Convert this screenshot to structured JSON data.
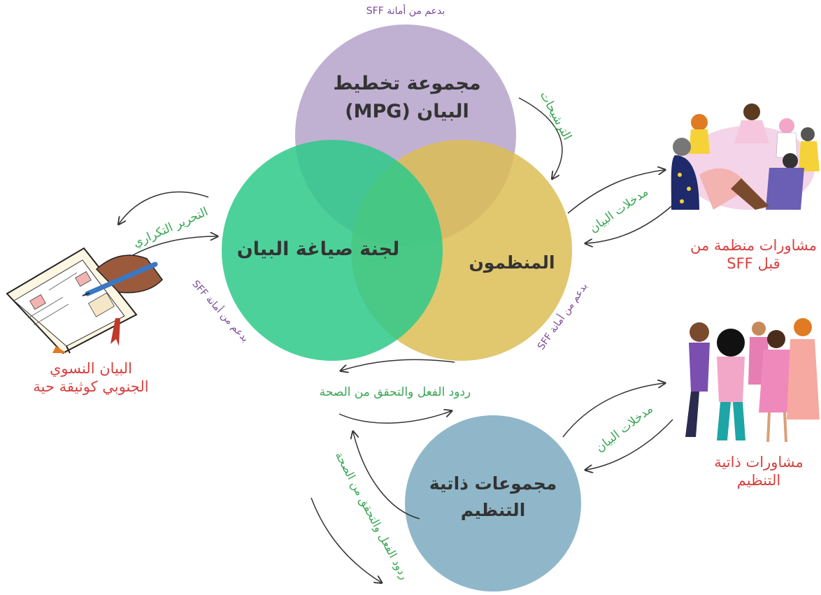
{
  "circles": {
    "mpg": {
      "line1": "مجموعة تخطيط",
      "line2": "البيان (MPG)",
      "color": "#b9a7cd"
    },
    "drafting": {
      "label": "لجنة صياغة البيان",
      "color": "#2ec98a"
    },
    "system": {
      "label": "المنظمون",
      "color": "#dcbd55"
    },
    "selforg": {
      "line1": "مجموعات ذاتية",
      "line2": "التنظيم",
      "color": "#8fb7c9"
    }
  },
  "labels": {
    "sff_top": "بدعم من أمانة SFF",
    "sff_left": "بدعم من أمانة SFF",
    "sff_right": "بدعم من أمانة SFF",
    "nominations": "الترشيحات",
    "iterative_editing": "التحرير التكراري",
    "statement_inputs_1": "مدخلات البيان",
    "statement_inputs_2": "مدخلات البيان",
    "feedback_1": "ردود الفعل والتحقق من الصحة",
    "feedback_2": "ردود الفعل والتحقق من الصحة"
  },
  "nodes": {
    "sff_consult": {
      "line1": "مشاورات منظمة من",
      "line2": "قبل SFF"
    },
    "self_consult": {
      "line1": "مشاورات ذاتية",
      "line2": "التنظيم"
    },
    "statement": {
      "line1": "البيان النسوي",
      "line2": "الجنوبي كوثيقة حية"
    }
  },
  "colors": {
    "green_text": "#3aa655",
    "purple_text": "#7a4a9a",
    "red_text": "#d8413f"
  },
  "icons": {
    "people_circle": "people-sitting-in-circle-icon",
    "people_group": "people-hugging-group-icon",
    "notebook": "notebook-writing-icon"
  }
}
